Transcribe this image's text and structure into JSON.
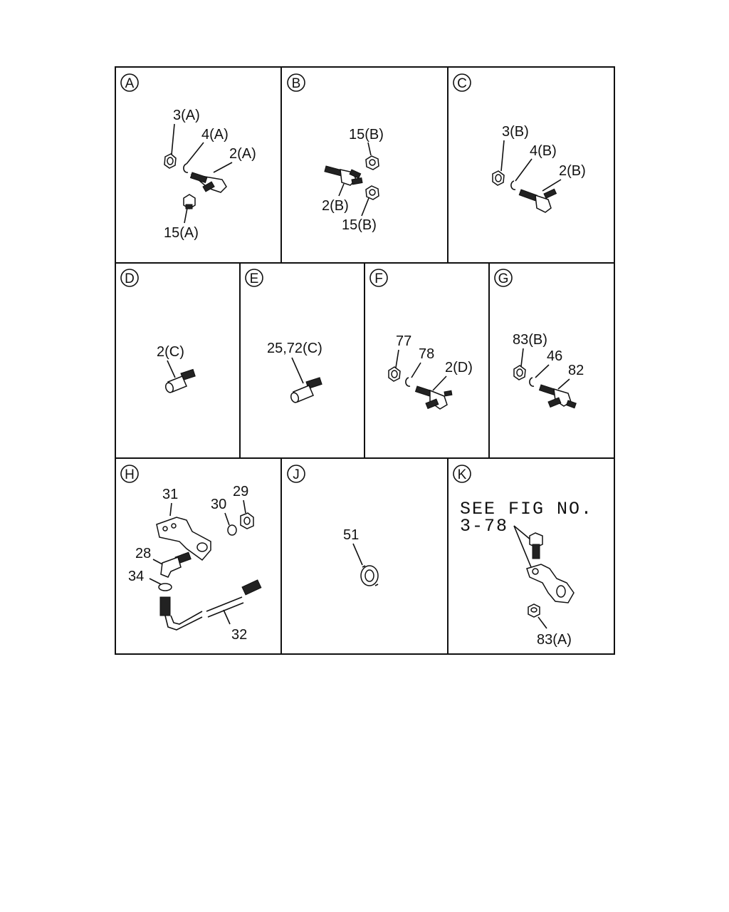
{
  "panels": {
    "A": {
      "letter": "A",
      "labels": [
        "3(A)",
        "4(A)",
        "2(A)",
        "15(A)"
      ]
    },
    "B": {
      "letter": "B",
      "labels": [
        "15(B)",
        "2(B)",
        "15(B)"
      ]
    },
    "C": {
      "letter": "C",
      "labels": [
        "3(B)",
        "4(B)",
        "2(B)"
      ]
    },
    "D": {
      "letter": "D",
      "labels": [
        "2(C)"
      ]
    },
    "E": {
      "letter": "E",
      "labels": [
        "25,72(C)"
      ]
    },
    "F": {
      "letter": "F",
      "labels": [
        "77",
        "78",
        "2(D)"
      ]
    },
    "G": {
      "letter": "G",
      "labels": [
        "83(B)",
        "46",
        "82"
      ]
    },
    "H": {
      "letter": "H",
      "labels": [
        "31",
        "29",
        "30",
        "28",
        "34",
        "32"
      ]
    },
    "J": {
      "letter": "J",
      "labels": [
        "51"
      ]
    },
    "K": {
      "letter": "K",
      "see_line1": "SEE FIG NO.",
      "see_line2": "3-78",
      "labels": [
        "83(A)"
      ]
    }
  }
}
